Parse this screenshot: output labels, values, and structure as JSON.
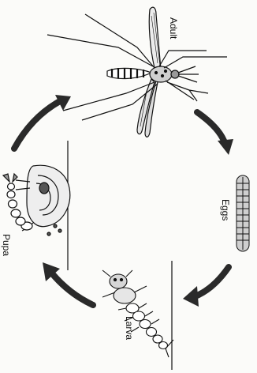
{
  "diagram": {
    "stages": [
      {
        "id": "adult",
        "label": "Adult"
      },
      {
        "id": "eggs",
        "label": "Eggs"
      },
      {
        "id": "larva",
        "label": "Larva"
      },
      {
        "id": "pupa",
        "label": "Pupa"
      }
    ],
    "colors": {
      "ink": "#111111",
      "arrow": "#2a2a2a",
      "paper": "#fbfbf9"
    }
  }
}
